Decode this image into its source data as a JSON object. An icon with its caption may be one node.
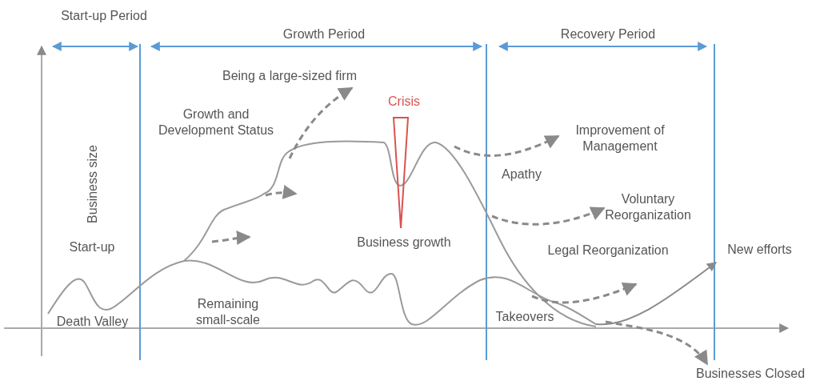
{
  "diagram": {
    "nodes": [
      {
        "text": [
          "Being a large-sized firm"
        ]
      },
      {
        "text": [
          "Improvement of Management"
        ]
      },
      {
        "text": [
          "Voluntary Reorganization"
        ]
      },
      {
        "text": [
          "New efforts"
        ]
      },
      {
        "text": [
          "Businesses Closed"
        ]
      }
    ],
    "edges": [
      {
        "from": null,
        "to": 0,
        "arrow": "to",
        "style": "dashed"
      },
      {
        "from": null,
        "to": 1,
        "arrow": "to",
        "style": "dashed"
      },
      {
        "from": null,
        "to": 2,
        "arrow": "to",
        "style": "dashed"
      },
      {
        "from": null,
        "to": 3,
        "arrow": "to"
      },
      {
        "from": null,
        "to": 4,
        "arrow": "to",
        "style": "dashed"
      }
    ],
    "labels": [
      "Start-up Period",
      "Growth Period",
      "Recovery Period",
      "Growth and Development Status",
      "Crisis",
      "Business size",
      "Apathy",
      "Start-up",
      "Business growth",
      "Legal Reorganization",
      "Remaining small-scale",
      "Death Valley",
      "Takeovers"
    ]
  }
}
